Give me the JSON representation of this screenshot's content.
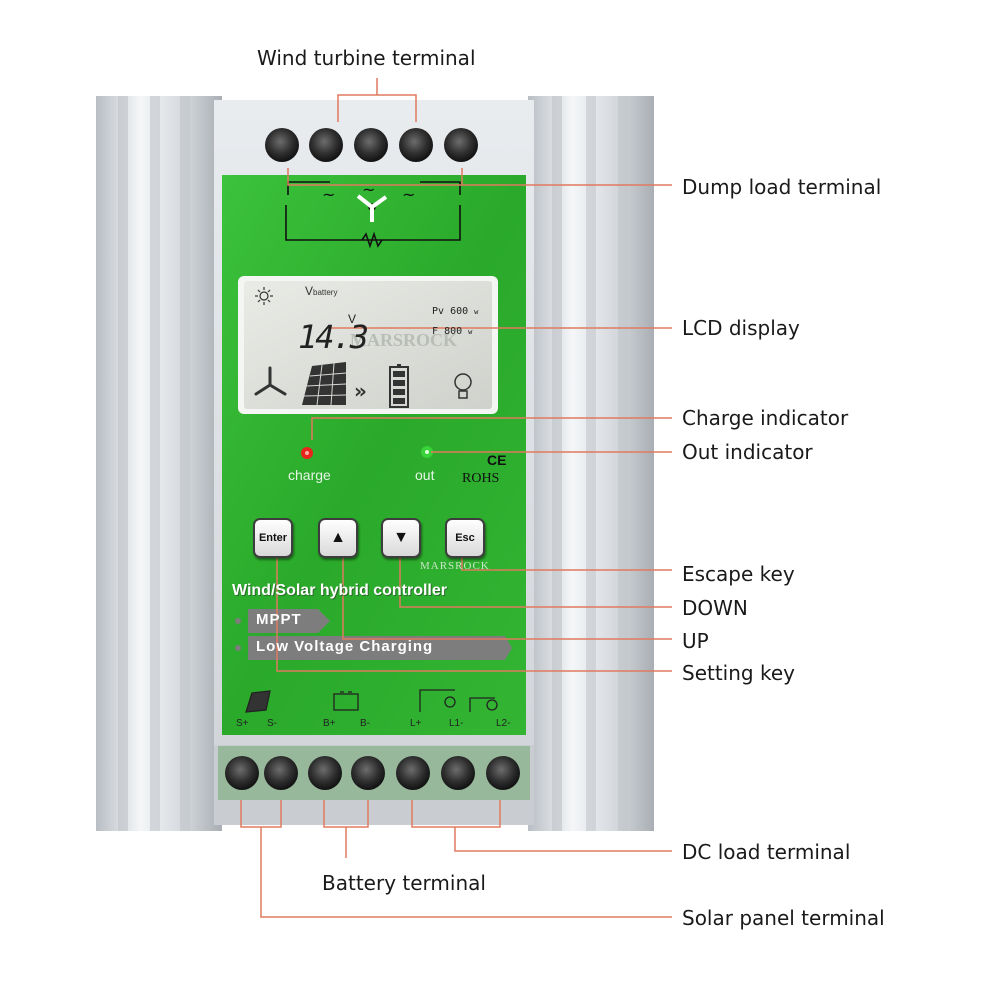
{
  "callouts": {
    "wind_turbine_terminal": "Wind turbine terminal",
    "dump_load_terminal": "Dump load terminal",
    "lcd_display": "LCD display",
    "charge_indicator": "Charge indicator",
    "out_indicator": "Out indicator",
    "escape_key": "Escape key",
    "down": "DOWN",
    "up": "UP",
    "setting_key": "Setting key",
    "dc_load_terminal": "DC load terminal",
    "battery_terminal": "Battery terminal",
    "solar_panel_terminal": "Solar panel terminal"
  },
  "panel": {
    "lcd": {
      "v_label": "V",
      "v_sub": "battery",
      "voltage": "14.3",
      "unit": "V",
      "pv_label": "Pv",
      "pv_value": "600",
      "pv_unit": "w",
      "fv_label": "F",
      "fv_value": "800",
      "fv_unit": "w",
      "watermark": "MARSROCK"
    },
    "charge_led_label": "charge",
    "out_led_label": "out",
    "ce_mark": "CE",
    "rohs": "ROHS",
    "buttons": {
      "enter": "Enter",
      "up": "▲",
      "down": "▼",
      "esc": "Esc"
    },
    "brand_watermark": "MARSROCK",
    "product_title": "Wind/Solar hybrid controller",
    "mppt": "MPPT",
    "low_voltage": "Low Voltage Charging",
    "terminals": {
      "s_plus": "S+",
      "s_minus": "S-",
      "b_plus": "B+",
      "b_minus": "B-",
      "l_plus": "L+",
      "l1_minus": "L1-",
      "l2_minus": "L2-"
    }
  },
  "colors": {
    "green_panel": "#2fb52f",
    "leader_line": "#e07a5f",
    "charge_led": "#e8241c",
    "out_led": "#39d339",
    "housing": "#d7dbe0"
  }
}
